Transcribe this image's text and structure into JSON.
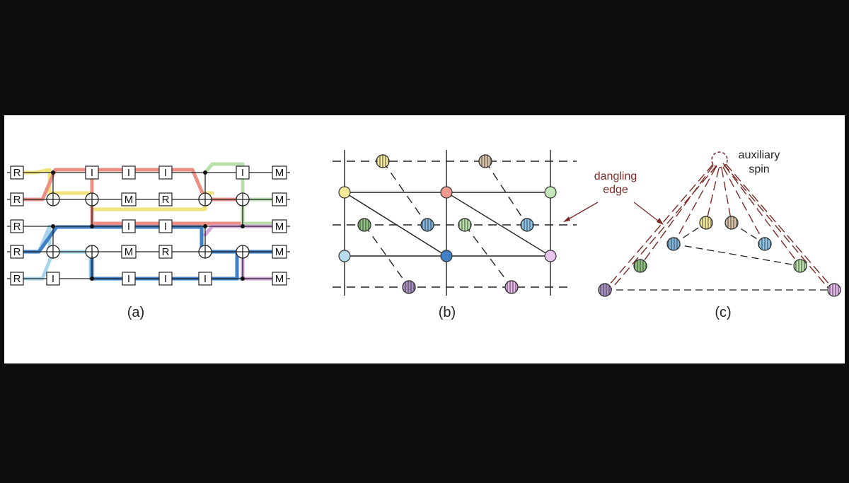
{
  "panels": {
    "a": {
      "caption": "(a)"
    },
    "b": {
      "caption": "(b)"
    },
    "c": {
      "caption": "(c)"
    }
  },
  "gates": {
    "reset": "R",
    "identity": "I",
    "measure": "M"
  },
  "circuit_rows": [
    [
      "R",
      "",
      "I",
      "I",
      "I",
      "",
      "I",
      "M"
    ],
    [
      "R",
      "+",
      "+",
      "M",
      "R",
      "+",
      "+",
      "M"
    ],
    [
      "R",
      "",
      "",
      "I",
      "I",
      "",
      "",
      "M"
    ],
    [
      "R",
      "+",
      "+",
      "M",
      "R",
      "+",
      "+",
      "M"
    ],
    [
      "R",
      "I",
      "",
      "I",
      "I",
      "I",
      "",
      "M"
    ]
  ],
  "annotations": {
    "dangling_line1": "dangling",
    "dangling_line2": "edge",
    "aux_line1": "auxiliary",
    "aux_line2": "spin"
  },
  "colors": {
    "yellow": "#f2e27a",
    "red": "#ee8f86",
    "green": "#b9dfae",
    "lightblue": "#a9d4ea",
    "blue": "#3f7fc6",
    "purple": "#d4a6df",
    "annotation": "#7a2a26"
  }
}
